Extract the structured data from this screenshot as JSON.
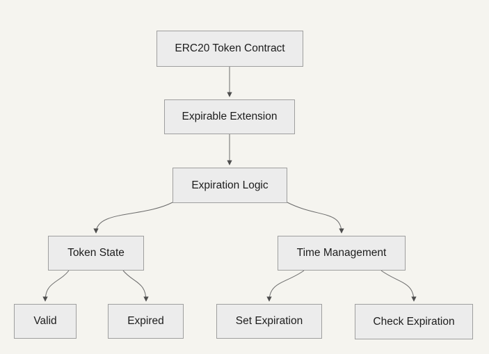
{
  "diagram": {
    "type": "flowchart",
    "nodes": [
      {
        "id": "erc20",
        "label": "ERC20 Token Contract"
      },
      {
        "id": "expirable",
        "label": "Expirable Extension"
      },
      {
        "id": "logic",
        "label": "Expiration Logic"
      },
      {
        "id": "token_state",
        "label": "Token State"
      },
      {
        "id": "time_mgmt",
        "label": "Time Management"
      },
      {
        "id": "valid",
        "label": "Valid"
      },
      {
        "id": "expired",
        "label": "Expired"
      },
      {
        "id": "set_exp",
        "label": "Set Expiration"
      },
      {
        "id": "check_exp",
        "label": "Check Expiration"
      }
    ],
    "edges": [
      {
        "from": "erc20",
        "to": "expirable"
      },
      {
        "from": "expirable",
        "to": "logic"
      },
      {
        "from": "logic",
        "to": "token_state"
      },
      {
        "from": "logic",
        "to": "time_mgmt"
      },
      {
        "from": "token_state",
        "to": "valid"
      },
      {
        "from": "token_state",
        "to": "expired"
      },
      {
        "from": "time_mgmt",
        "to": "set_exp"
      },
      {
        "from": "time_mgmt",
        "to": "check_exp"
      }
    ],
    "colors": {
      "background": "#f5f4ef",
      "node_fill": "#ececec",
      "node_border": "#9e9e9e",
      "edge": "#6b6b6b",
      "arrowhead": "#4d4d4d",
      "text": "#1c1c1c"
    }
  }
}
